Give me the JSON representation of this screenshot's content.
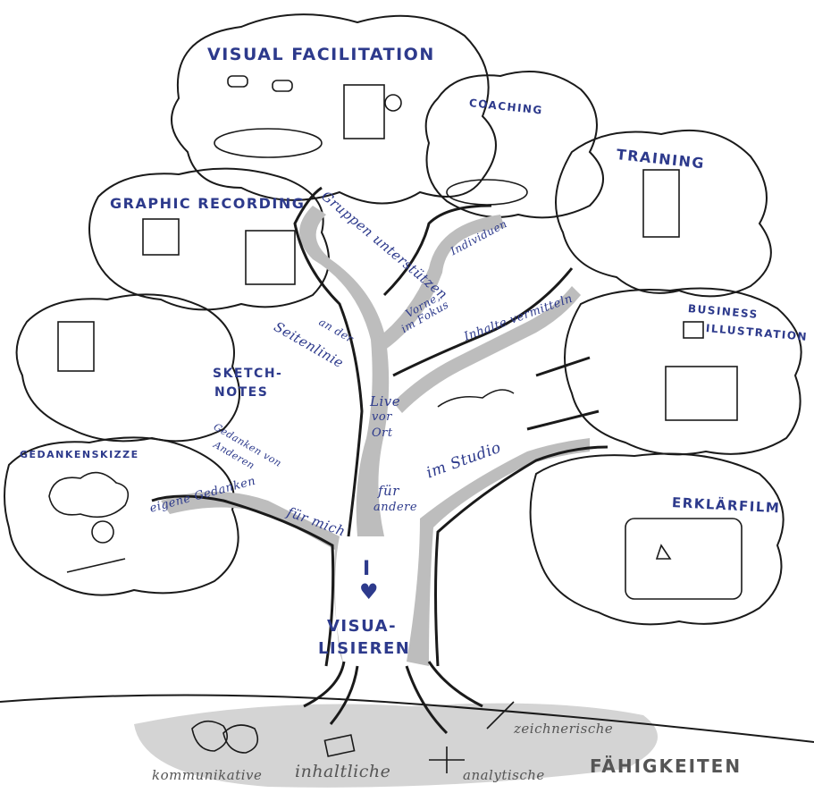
{
  "canopy": {
    "visual_facilitation": "VISUAL FACILITATION",
    "coaching": "COACHING",
    "training": "TRAINING",
    "graphic_recording": "GRAPHIC RECORDING",
    "business_illustration_1": "BUSINESS",
    "business_illustration_2": "ILLUSTRATION",
    "sketchnotes_1": "SKETCH-",
    "sketchnotes_2": "NOTES",
    "gedankenskizze": "GEDANKENSKIZZE",
    "erklaerfilm": "ERKLÄRFILM"
  },
  "branches": {
    "gruppen": "Gruppen unterstützen",
    "individuen": "Individuen",
    "vorne_1": "Vorne,",
    "vorne_2": "im Fokus",
    "inhalte": "Inhalte vermitteln",
    "seitenlinie_1": "an der",
    "seitenlinie_2": "Seitenlinie",
    "live_1": "Live",
    "live_2": "vor",
    "live_3": "Ort",
    "gedanken_von_1": "Gedanken von",
    "gedanken_von_2": "Anderen",
    "eigene": "eigene Gedanken",
    "fuer_mich": "für mich",
    "fuer_andere_1": "für",
    "fuer_andere_2": "andere",
    "im_studio": "im Studio"
  },
  "trunk": {
    "i_glyph": "I",
    "heart_glyph": "♥",
    "visualisieren_1": "VISUA-",
    "visualisieren_2": "LISIEREN"
  },
  "roots": {
    "kommunikative": "kommunikative",
    "inhaltliche": "inhaltliche",
    "analytische": "analytische",
    "zeichnerische": "zeichnerische",
    "faehigkeiten": "FÄHIGKEITEN"
  },
  "colors": {
    "ink": "#2d3a8c",
    "line": "#1a1a1a",
    "shade": "#bdbdbd",
    "ground": "#c8c8c8"
  }
}
